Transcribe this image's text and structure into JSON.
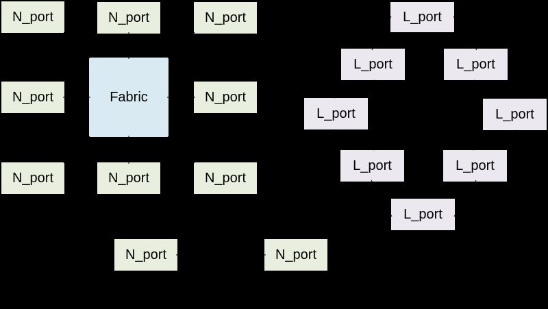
{
  "colors": {
    "background": "#000000",
    "n_port_fill": "#e9efdf",
    "l_port_fill": "#ebe8f0",
    "fabric_fill": "#d9eaf2",
    "box_border": "#000000",
    "text": "#000000",
    "connector": "#000000"
  },
  "fabric_topology": {
    "fabric_label": "Fabric",
    "port_labels": [
      "N_port",
      "N_port",
      "N_port",
      "N_port",
      "N_port",
      "N_port",
      "N_port",
      "N_port"
    ]
  },
  "loop_topology": {
    "port_labels": [
      "L_port",
      "L_port",
      "L_port",
      "L_port",
      "L_port",
      "L_port",
      "L_port",
      "L_port"
    ]
  },
  "point_to_point": {
    "port_labels": [
      "N_port",
      "N_port"
    ]
  }
}
